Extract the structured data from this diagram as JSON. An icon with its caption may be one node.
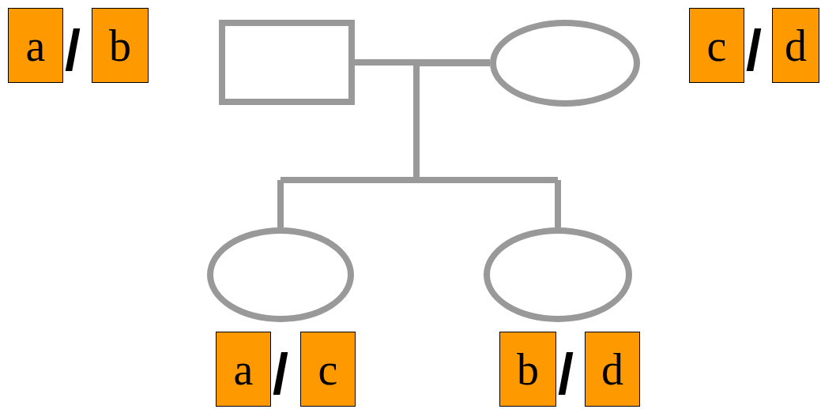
{
  "diagram": {
    "nodes": [
      {
        "text": [
          "a"
        ]
      },
      {
        "text": [
          "b"
        ]
      },
      {
        "text": [],
        "shape": "box"
      },
      {
        "text": [],
        "shape": "circle"
      },
      {
        "text": [
          "c"
        ]
      },
      {
        "text": [
          "d"
        ]
      },
      {
        "text": [],
        "shape": "circle"
      },
      {
        "text": [],
        "shape": "circle"
      },
      {
        "text": [
          "a"
        ]
      },
      {
        "text": [
          "c"
        ]
      },
      {
        "text": [
          "b"
        ]
      },
      {
        "text": [
          "d"
        ]
      }
    ],
    "edges": [
      {
        "from": 2,
        "to": 3,
        "arrow": "none"
      },
      {
        "from": 2,
        "to": 6,
        "arrow": "none"
      },
      {
        "from": 3,
        "to": 6,
        "arrow": "none"
      },
      {
        "from": 2,
        "to": 7,
        "arrow": "none"
      },
      {
        "from": 3,
        "to": 7,
        "arrow": "none"
      }
    ],
    "labels": [
      "/",
      "/",
      "/",
      "/"
    ]
  }
}
